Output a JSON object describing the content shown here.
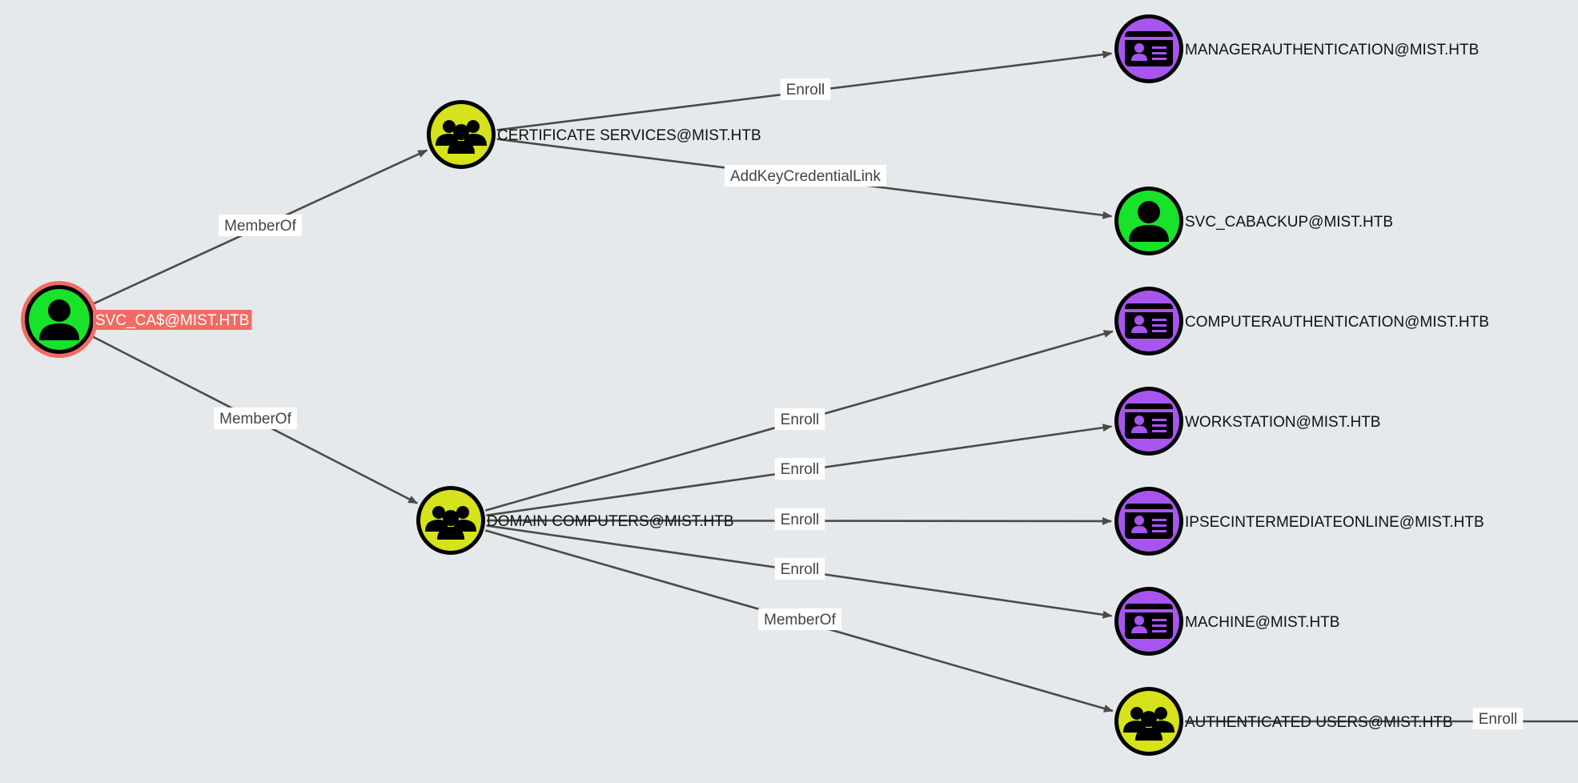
{
  "colors": {
    "background": "#e5e9eb",
    "user": "#18e22a",
    "group": "#d6e21b",
    "template": "#a855f0",
    "selected_ring": "#f26b63",
    "edge": "#4a4a4a"
  },
  "nodes": [
    {
      "id": "svc_ca",
      "label": "SVC_CA$@MIST.HTB",
      "kind": "user",
      "icon": "user-icon",
      "selected": true
    },
    {
      "id": "cert_services",
      "label": "CERTIFICATE SERVICES@MIST.HTB",
      "kind": "group",
      "icon": "group-icon"
    },
    {
      "id": "domain_computers",
      "label": "DOMAIN COMPUTERS@MIST.HTB",
      "kind": "group",
      "icon": "group-icon"
    },
    {
      "id": "managerauth",
      "label": "MANAGERAUTHENTICATION@MIST.HTB",
      "kind": "template",
      "icon": "id-card-icon"
    },
    {
      "id": "svc_cabackup",
      "label": "SVC_CABACKUP@MIST.HTB",
      "kind": "user",
      "icon": "user-icon"
    },
    {
      "id": "computerauth",
      "label": "COMPUTERAUTHENTICATION@MIST.HTB",
      "kind": "template",
      "icon": "id-card-icon"
    },
    {
      "id": "workstation",
      "label": "WORKSTATION@MIST.HTB",
      "kind": "template",
      "icon": "id-card-icon"
    },
    {
      "id": "ipsec",
      "label": "IPSECINTERMEDIATEONLINE@MIST.HTB",
      "kind": "template",
      "icon": "id-card-icon"
    },
    {
      "id": "machine",
      "label": "MACHINE@MIST.HTB",
      "kind": "template",
      "icon": "id-card-icon"
    },
    {
      "id": "auth_users",
      "label": "AUTHENTICATED USERS@MIST.HTB",
      "kind": "group",
      "icon": "group-icon"
    }
  ],
  "edges": [
    {
      "from": "svc_ca",
      "to": "cert_services",
      "label": "MemberOf"
    },
    {
      "from": "svc_ca",
      "to": "domain_computers",
      "label": "MemberOf"
    },
    {
      "from": "cert_services",
      "to": "managerauth",
      "label": "Enroll"
    },
    {
      "from": "cert_services",
      "to": "svc_cabackup",
      "label": "AddKeyCredentialLink"
    },
    {
      "from": "domain_computers",
      "to": "computerauth",
      "label": "Enroll"
    },
    {
      "from": "domain_computers",
      "to": "workstation",
      "label": "Enroll"
    },
    {
      "from": "domain_computers",
      "to": "ipsec",
      "label": "Enroll"
    },
    {
      "from": "domain_computers",
      "to": "machine",
      "label": "Enroll"
    },
    {
      "from": "domain_computers",
      "to": "auth_users",
      "label": "MemberOf"
    },
    {
      "from": "auth_users",
      "to": "offscreen",
      "label": "Enroll"
    }
  ]
}
